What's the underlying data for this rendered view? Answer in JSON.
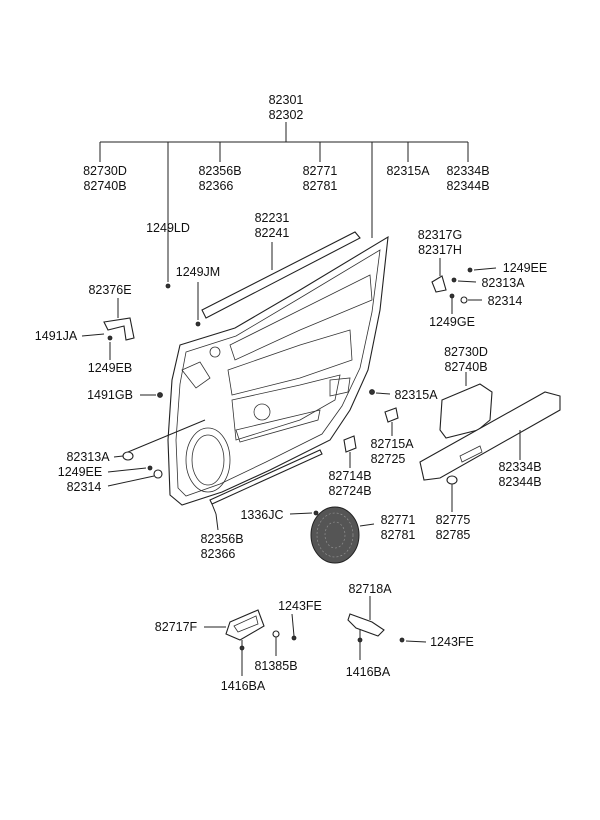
{
  "labels": {
    "top_1": "82301",
    "top_2": "82302",
    "a_1": "82730D",
    "a_2": "82740B",
    "b_1": "82356B",
    "b_2": "82366",
    "c_1": "82771",
    "c_2": "82781",
    "d": "82315A",
    "e_1": "82334B",
    "e_2": "82344B",
    "f": "1249LD",
    "g_1": "82231",
    "g_2": "82241",
    "h": "1249JM",
    "i": "82376E",
    "j": "1491JA",
    "k": "1249EB",
    "l": "1491GB",
    "m": "82313A",
    "n": "1249EE",
    "o": "82314",
    "p_1": "82317G",
    "p_2": "82317H",
    "q": "1249EE",
    "r": "82313A",
    "s": "82314",
    "t": "1249GE",
    "u_1": "82730D",
    "u_2": "82740B",
    "v": "82315A",
    "w_1": "82715A",
    "w_2": "82725",
    "x_1": "82714B",
    "x_2": "82724B",
    "y_1": "82334B",
    "y_2": "82344B",
    "z_1": "82775",
    "z_2": "82785",
    "aa": "1336JC",
    "ab_1": "82771",
    "ab_2": "82781",
    "ac_1": "82356B",
    "ac_2": "82366",
    "ad": "82718A",
    "ae": "1243FE",
    "af": "82717F",
    "ag": "81385B",
    "ah": "1416BA",
    "ai": "1243FE",
    "aj": "1416BA"
  }
}
